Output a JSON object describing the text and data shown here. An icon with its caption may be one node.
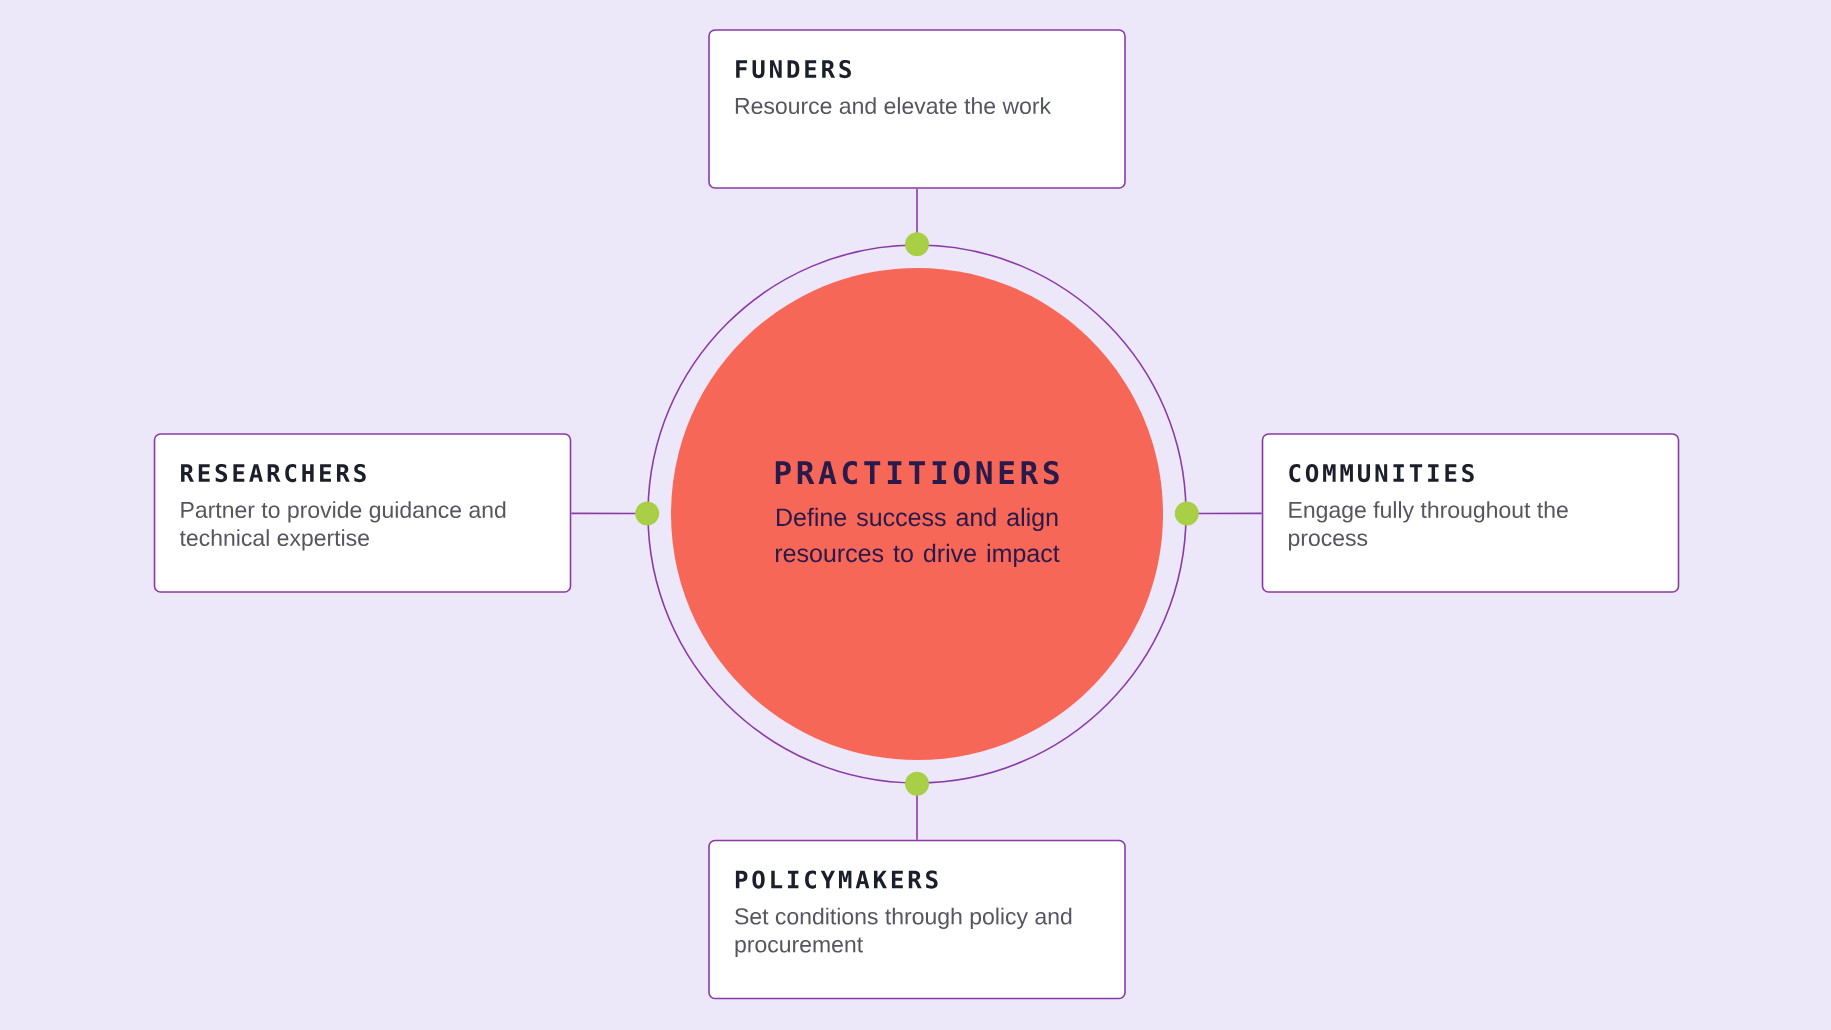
{
  "diagram": {
    "nodes": [
      {
        "text": [],
        "shape": "circle"
      },
      {
        "text": [
          "PRACTITIONERS",
          "Define success and align resources to drive impact"
        ],
        "in": 0
      },
      {
        "text": [
          "FUNDERS",
          "Resource and elevate the work"
        ]
      },
      {
        "text": [
          "RESEARCHERS",
          "Partner to provide guidance and technical expertise"
        ]
      },
      {
        "text": [
          "COMMUNITIES",
          "Engage fully throughout the process"
        ]
      },
      {
        "text": [
          "POLICYMAKERS",
          "Set conditions through policy and procurement"
        ]
      }
    ],
    "edges": [
      {
        "from": 0,
        "to": 2,
        "arrow": "other"
      },
      {
        "from": 0,
        "to": 3,
        "arrow": "other"
      },
      {
        "from": 0,
        "to": 4,
        "arrow": "other"
      },
      {
        "from": 0,
        "to": 5,
        "arrow": "other"
      }
    ]
  }
}
